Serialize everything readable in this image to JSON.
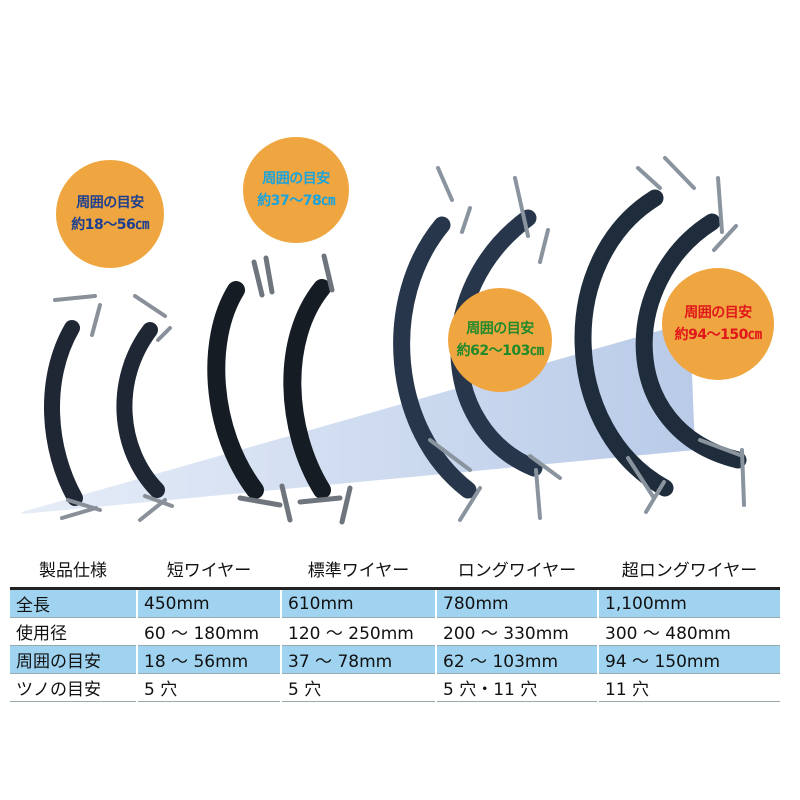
{
  "bubbles": [
    {
      "line1": "周囲の目安",
      "line2": "約18～56㎝",
      "color": "#1d3f8f"
    },
    {
      "line1": "周囲の目安",
      "line2": "約37～78㎝",
      "color": "#1aa3dc"
    },
    {
      "line1": "周囲の目安",
      "line2": "約62～103㎝",
      "color": "#1f8a2c"
    },
    {
      "line1": "周囲の目安",
      "line2": "約94～150㎝",
      "color": "#e0161b"
    }
  ],
  "bubble_fill": "#f0a640",
  "table": {
    "headers": [
      "製品仕様",
      "短ワイヤー",
      "標準ワイヤー",
      "ロングワイヤー",
      "超ロングワイヤー"
    ],
    "rows": [
      [
        "全長",
        "450mm",
        "610mm",
        "780mm",
        "1,100mm"
      ],
      [
        "使用径",
        "60 ～ 180mm",
        "120 ～ 250mm",
        "200 ～ 330mm",
        "300 ～ 480mm"
      ],
      [
        "周囲の目安",
        "18 ～ 56mm",
        "37 ～ 78mm",
        "62 ～ 103mm",
        "94 ～ 150mm"
      ],
      [
        "ツノの目安",
        "5 穴",
        "5 穴",
        "5 穴・11 穴",
        "11 穴"
      ]
    ],
    "highlight_color": "#9fd3f0"
  }
}
